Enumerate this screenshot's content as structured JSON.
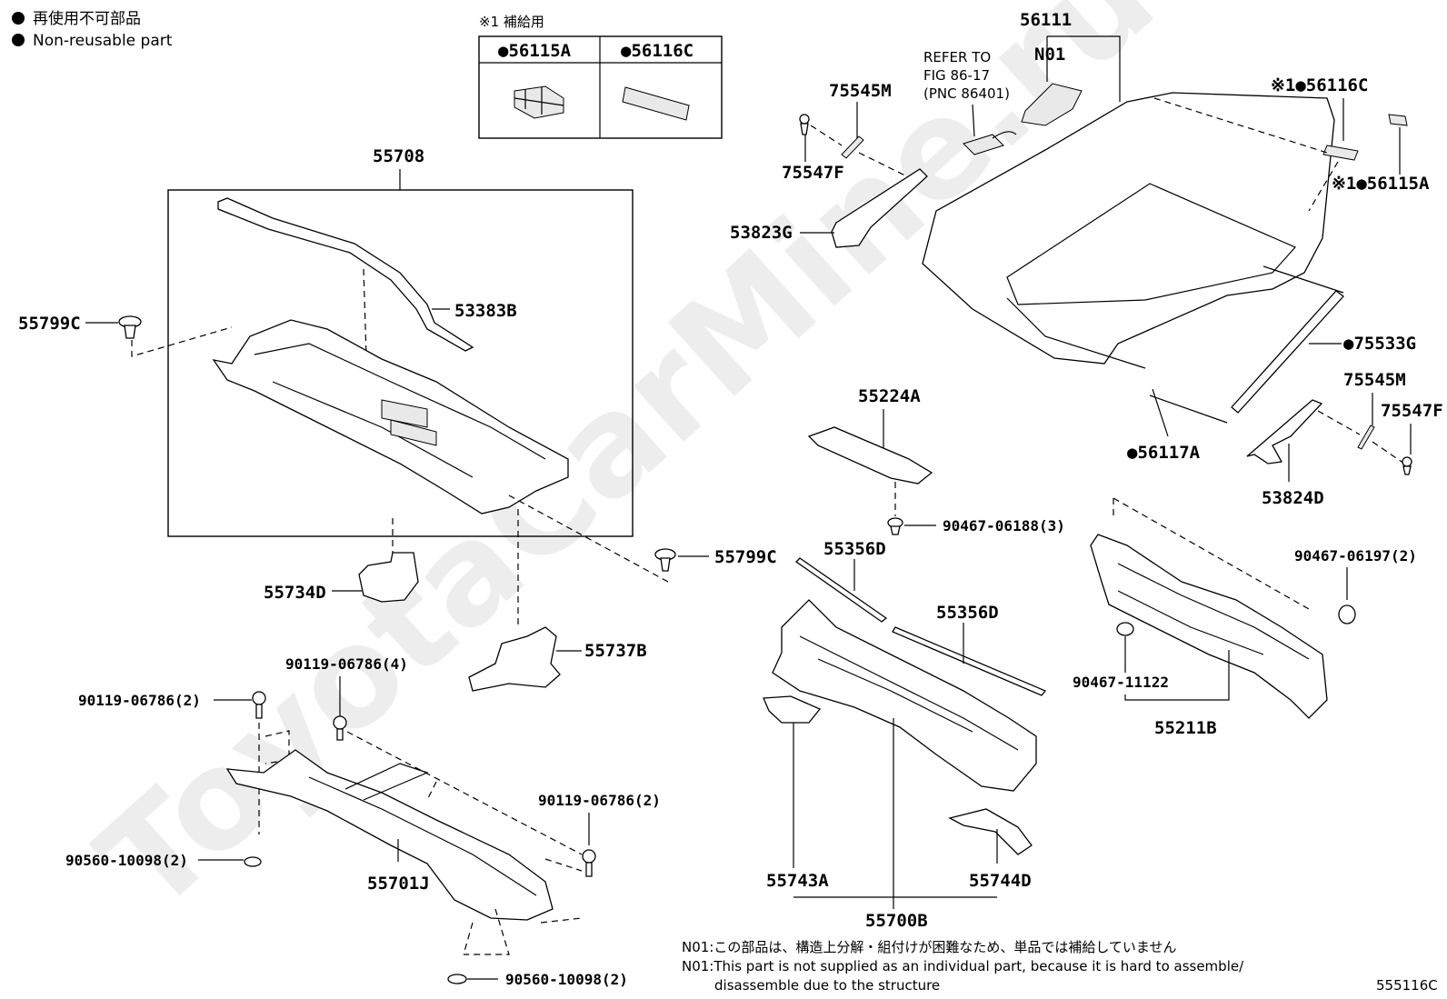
{
  "legend": {
    "jp": "再使用不可部品",
    "en": "Non-reusable part",
    "bullet": "●"
  },
  "supply_box": {
    "title": "※1 補給用",
    "col1": "●56115A",
    "col2": "●56116C"
  },
  "refer": {
    "line1": "REFER TO",
    "line2": "FIG 86-17",
    "line3": "(PNC 86401)"
  },
  "labels": {
    "p56111": "56111",
    "n01": "N01",
    "p75545M_top": "75545M",
    "p75547F_top": "75547F",
    "p53823G": "53823G",
    "p56116C_r": "※1●56116C",
    "p56115A_r": "※1●56115A",
    "p75533G": "●75533G",
    "p75545M_r": "75545M",
    "p75547F_r": "75547F",
    "p56117A": "●56117A",
    "p53824D": "53824D",
    "p55708": "55708",
    "p53383B": "53383B",
    "p55799C_l": "55799C",
    "p55799C_m": "55799C",
    "p55734D": "55734D",
    "p55737B": "55737B",
    "p55224A": "55224A",
    "p90467_06188": "90467-06188(3)",
    "p55356D_a": "55356D",
    "p55356D_b": "55356D",
    "p90467_06197": "90467-06197(2)",
    "p90467_11122": "90467-11122",
    "p55211B": "55211B",
    "p90119_06786_4": "90119-06786(4)",
    "p90119_06786_2a": "90119-06786(2)",
    "p90119_06786_2b": "90119-06786(2)",
    "p90560_10098_2a": "90560-10098(2)",
    "p90560_10098_2b": "90560-10098(2)",
    "p55701J": "55701J",
    "p55743A": "55743A",
    "p55744D": "55744D",
    "p55700B": "55700B"
  },
  "notes": {
    "jp": "N01:この部品は、構造上分解・組付けが困難なため、単品では補給していません",
    "en1": "N01:This part is not supplied as an individual part, because it is hard to assemble/",
    "en2": "disassemble due to the structure"
  },
  "figure_id": "555116C",
  "watermark": "ToyotaCarMine.ru"
}
